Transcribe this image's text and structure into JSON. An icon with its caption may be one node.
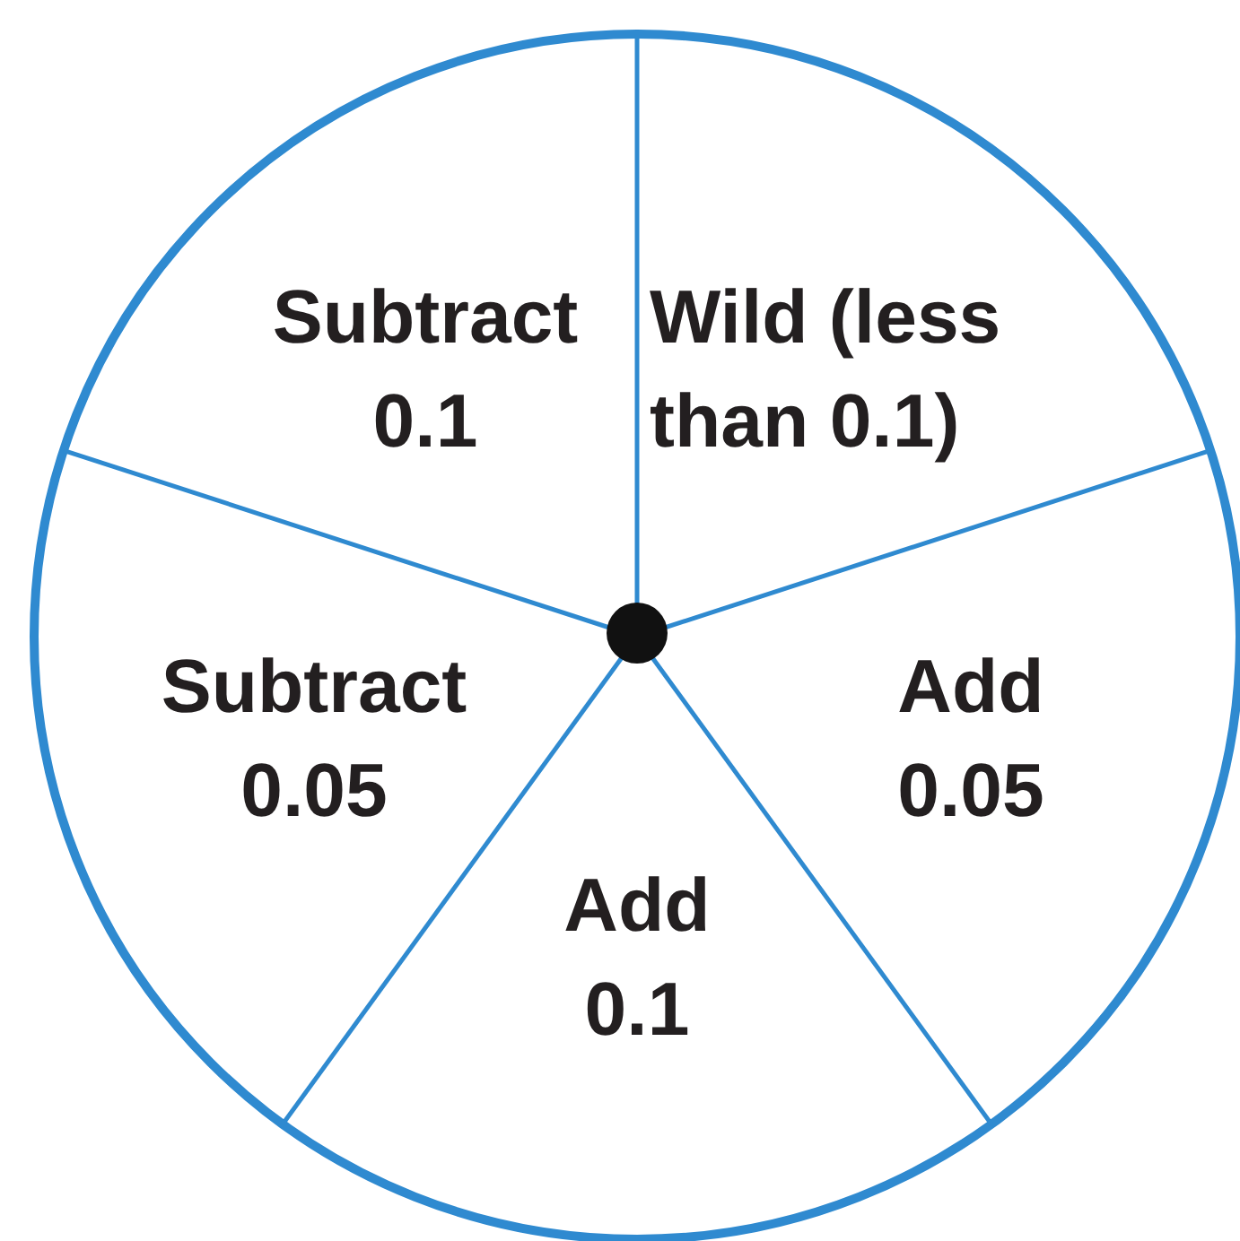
{
  "diagram": {
    "nodes": [
      {
        "text": [
          "Subtract 0.1"
        ]
      },
      {
        "text": [
          "Wild (less than 0.1)"
        ]
      },
      {
        "text": [
          "Subtract 0.05"
        ]
      },
      {
        "text": [
          "Add 0.05"
        ]
      },
      {
        "text": [
          "Add 0.1"
        ]
      }
    ]
  }
}
